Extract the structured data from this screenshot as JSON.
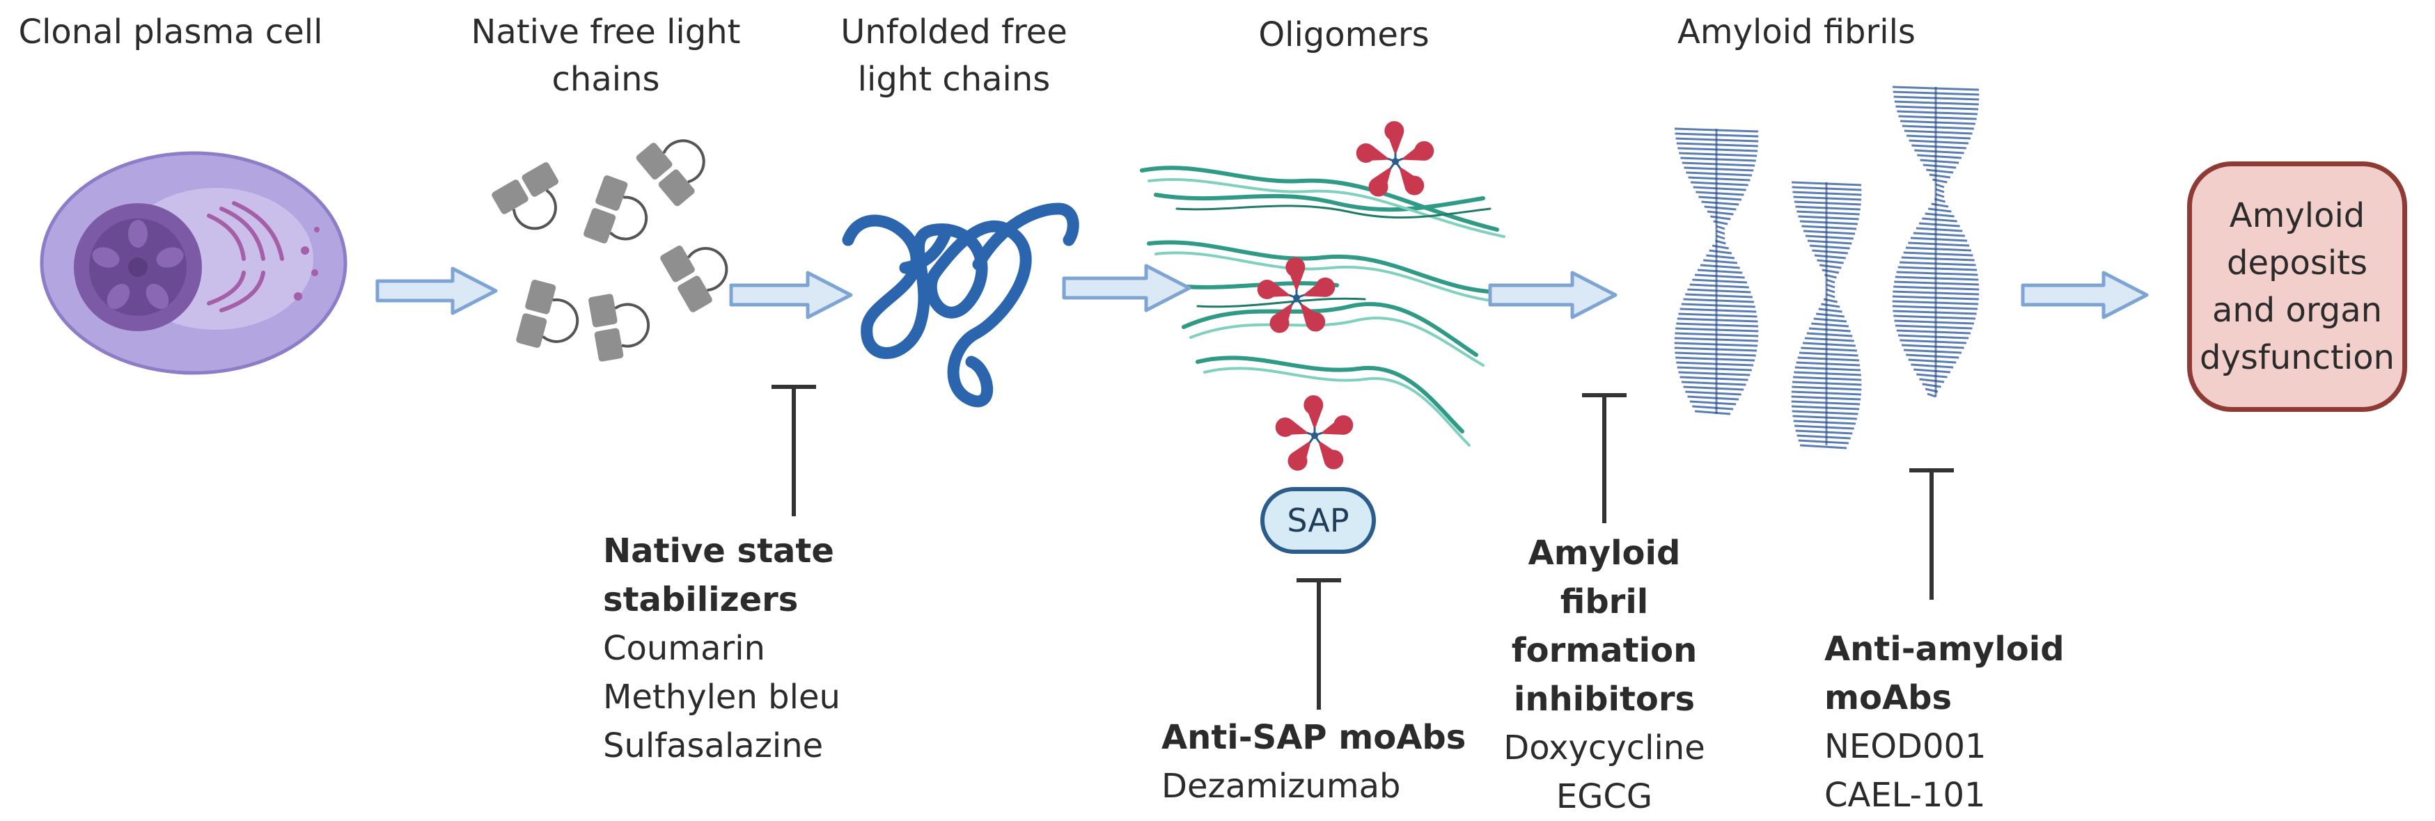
{
  "stages": [
    {
      "id": "clonal",
      "lines": [
        "Clonal plasma cell"
      ]
    },
    {
      "id": "native",
      "lines": [
        "Native free light",
        "chains"
      ]
    },
    {
      "id": "unfolded",
      "lines": [
        "Unfolded free",
        "light chains"
      ]
    },
    {
      "id": "oligomers",
      "lines": [
        "Oligomers"
      ]
    },
    {
      "id": "fibrils",
      "lines": [
        "Amyloid fibrils"
      ]
    }
  ],
  "outcome": {
    "lines": [
      "Amyloid",
      "deposits",
      "and organ",
      "dysfunction"
    ]
  },
  "sap_label": "SAP",
  "interventions": [
    {
      "id": "stabilizers",
      "head": "Native state stabilizers",
      "items": [
        "Coumarin",
        "Methylen bleu",
        "Sulfasalazine"
      ]
    },
    {
      "id": "anti-sap",
      "head": "Anti-SAP moAbs",
      "items": [
        "Dezamizumab"
      ]
    },
    {
      "id": "fibril-inhibitors",
      "head_lines": [
        "Amyloid fibril",
        "formation",
        "inhibitors"
      ],
      "items": [
        "Doxycycline",
        "EGCG"
      ]
    },
    {
      "id": "anti-amyloid",
      "head": "Anti-amyloid moAbs",
      "items": [
        "NEOD001",
        "CAEL-101"
      ]
    }
  ],
  "colors": {
    "arrow_fill": "#dbe8f6",
    "arrow_stroke": "#7da4d3",
    "cell_body": "#b3a5df",
    "cell_nucleus": "#7d5aa6",
    "light_chain": "#8f8f8f",
    "unfolded": "#2a65ad",
    "oligomer_strand": "#2f9a86",
    "antibody": "#c8394f",
    "fibril": "#3e67a8",
    "outcome_fill": "#f3cfcb",
    "outcome_border": "#8e3b36",
    "sap_fill": "#d7ebf6",
    "sap_border": "#2a5d8c",
    "inhibitor": "#333333"
  }
}
